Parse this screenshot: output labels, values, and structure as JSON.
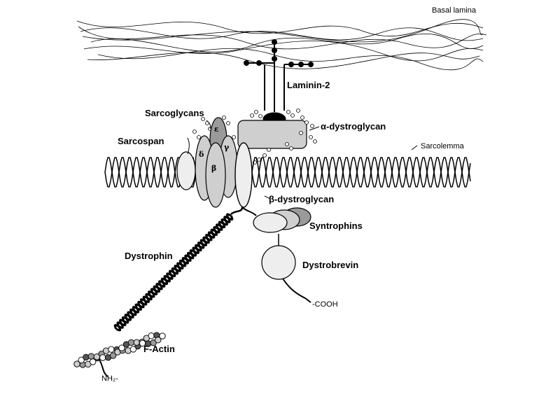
{
  "labels": {
    "basal_lamina": "Basal lamina",
    "laminin": "Laminin-2",
    "sarcoglycans": "Sarcoglycans",
    "alpha_dg": "α-dystroglycan",
    "sarcospan": "Sarcospan",
    "sarcolemma": "Sarcolemma",
    "beta_dg": "β-dystroglycan",
    "syntrophins": "Syntrophins",
    "dystrophin": "Dystrophin",
    "dystrobrevin": "Dystrobrevin",
    "cooh": "-COOH",
    "factin": "F-Actin",
    "nh2": "NH₂-"
  },
  "greek": {
    "epsilon": "ε",
    "delta": "δ",
    "gamma": "γ",
    "beta": "β"
  },
  "colors": {
    "line": "#000000",
    "light_fill": "#eeeeee",
    "mid_fill": "#cfcfcf",
    "dark_fill": "#9a9a9a",
    "white": "#ffffff"
  }
}
